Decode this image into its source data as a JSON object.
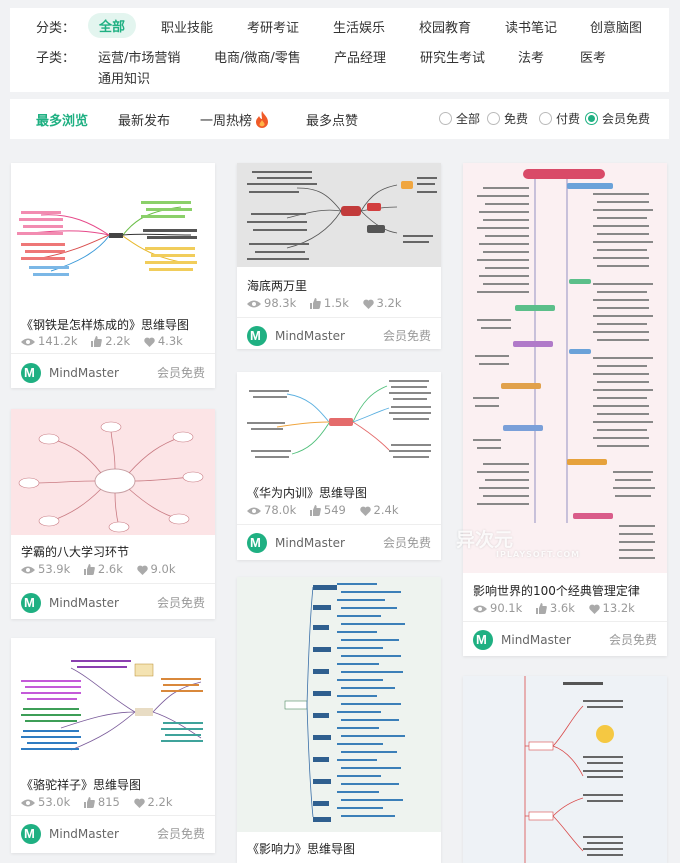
{
  "filters": {
    "category_label": "分类：",
    "categories": [
      "全部",
      "职业技能",
      "考研考证",
      "生活娱乐",
      "校园教育",
      "读书笔记",
      "创意脑图"
    ],
    "subcategory_label": "子类：",
    "subcategories": [
      "运营/市场营销",
      "电商/微商/零售",
      "产品经理",
      "研究生考试",
      "法考",
      "医考",
      "通用知识"
    ]
  },
  "sort": {
    "tabs": [
      "最多浏览",
      "最新发布",
      "一周热榜",
      "最多点赞"
    ],
    "price_options": [
      "全部",
      "免费",
      "付费",
      "会员免费"
    ],
    "selected_price": "会员免费"
  },
  "cards": [
    {
      "title": "《钢铁是怎样炼成的》思维导图",
      "views": "141.2k",
      "likes": "2.2k",
      "favs": "4.3k",
      "author": "MindMaster",
      "price": "会员免费"
    },
    {
      "title": "学霸的八大学习环节",
      "views": "53.9k",
      "likes": "2.6k",
      "favs": "9.0k",
      "author": "MindMaster",
      "price": "会员免费"
    },
    {
      "title": "《骆驼祥子》思维导图",
      "views": "53.0k",
      "likes": "815",
      "favs": "2.2k",
      "author": "MindMaster",
      "price": "会员免费"
    },
    {
      "title": "海底两万里",
      "views": "98.3k",
      "likes": "1.5k",
      "favs": "3.2k",
      "author": "MindMaster",
      "price": "会员免费"
    },
    {
      "title": "《华为内训》思维导图",
      "views": "78.0k",
      "likes": "549",
      "favs": "2.4k",
      "author": "MindMaster",
      "price": "会员免费"
    },
    {
      "title": "《影响力》思维导图"
    },
    {
      "title": "影响世界的100个经典管理定律",
      "views": "90.1k",
      "likes": "3.6k",
      "favs": "13.2k",
      "author": "MindMaster",
      "price": "会员免费"
    }
  ],
  "watermark": {
    "main": "异次元",
    "sub": "IPLAYSOFT.COM"
  },
  "colors": {
    "accent": "#1fb082",
    "fire": "#f05a28"
  }
}
